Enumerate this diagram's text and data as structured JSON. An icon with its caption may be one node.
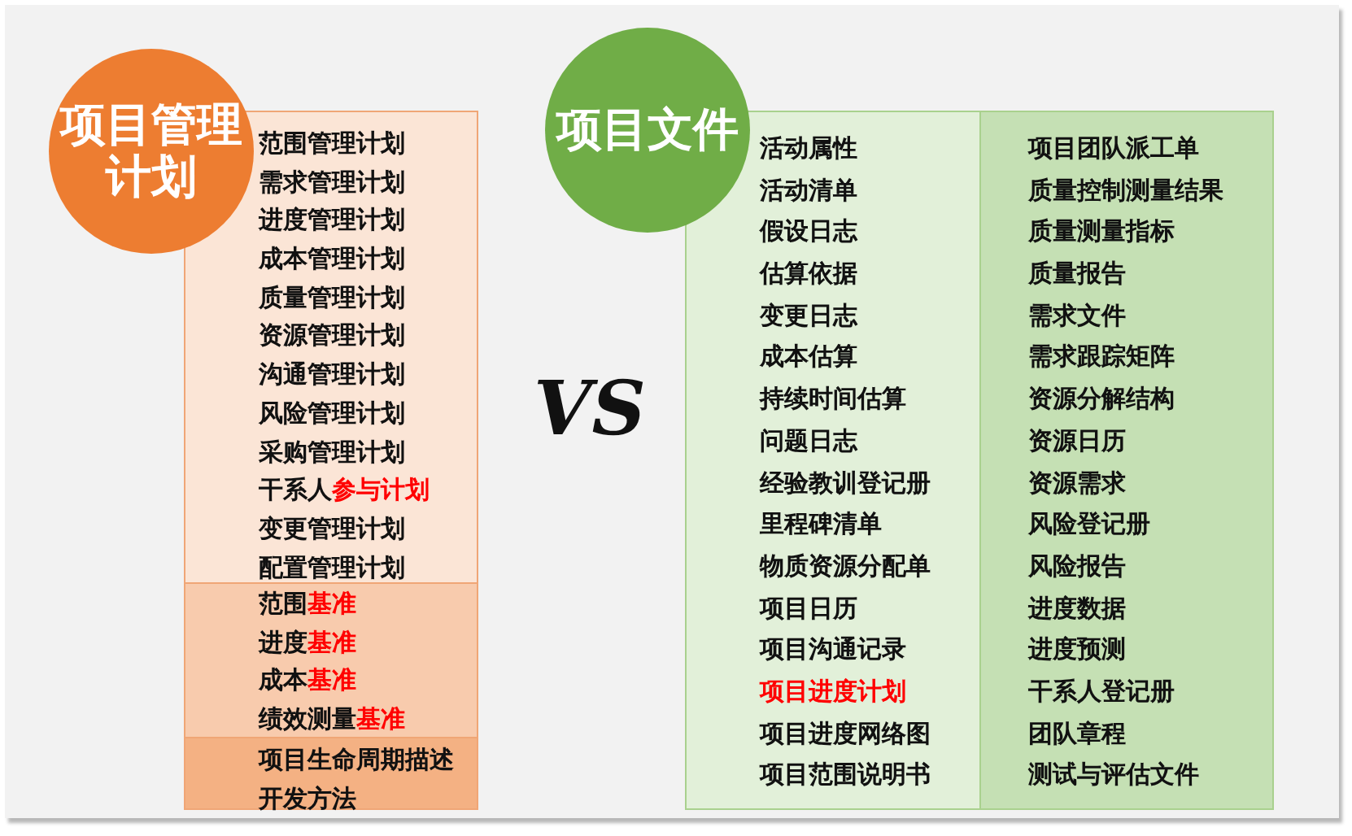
{
  "diagram": {
    "nodes": [
      {
        "text": [
          "项目管理计划"
        ]
      },
      {
        "text": [
          "范围管理计划",
          "需求管理计划",
          "进度管理计划",
          "成本管理计划",
          "质量管理计划",
          "资源管理计划",
          "沟通管理计划",
          "风险管理计划",
          "采购管理计划",
          "干系人**参与计划**",
          "变更管理计划",
          "配置管理计划"
        ]
      },
      {
        "text": [
          "范围**基准**",
          "进度**基准**",
          "成本**基准**",
          "绩效测量**基准**"
        ]
      },
      {
        "text": [
          "项目生命周期描述",
          "开发方法"
        ]
      },
      {
        "text": [
          "项目文件"
        ]
      },
      {
        "text": [
          "活动属性",
          "活动清单",
          "假设日志",
          "估算依据",
          "变更日志",
          "成本估算",
          "持续时间估算",
          "问题日志",
          "经验教训登记册",
          "里程碑清单",
          "物质资源分配单",
          "项目日历",
          "项目沟通记录",
          "项目进度计划",
          "项目进度网络图",
          "项目范围说明书"
        ]
      },
      {
        "text": [
          "项目团队派工单",
          "质量控制测量结果",
          "质量测量指标",
          "质量报告",
          "需求文件",
          "需求跟踪矩阵",
          "资源分解结构",
          "资源日历",
          "资源需求",
          "风险登记册",
          "风险报告",
          "进度数据",
          "进度预测",
          "干系人登记册",
          "团队章程",
          "测试与评估文件"
        ]
      }
    ],
    "labels": [
      "VS"
    ]
  }
}
